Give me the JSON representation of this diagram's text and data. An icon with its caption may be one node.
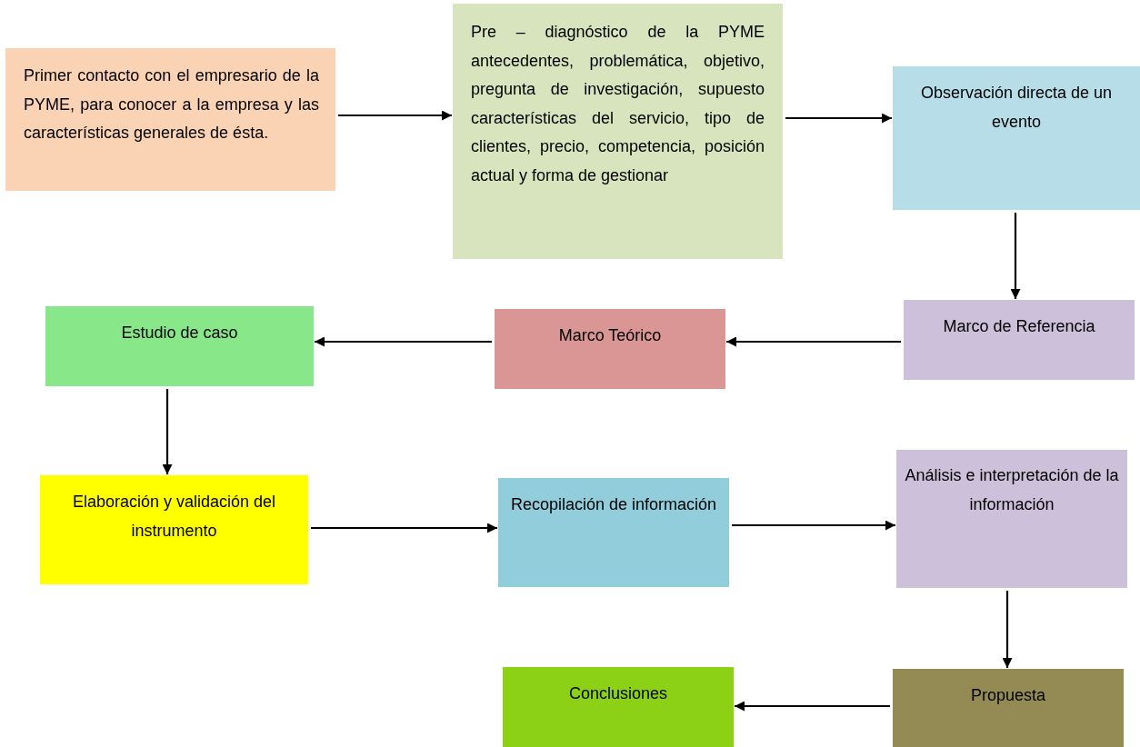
{
  "diagram": {
    "nodes": [
      {
        "text": [
          "Primer contacto con el empresario de la PYME, para conocer a la empresa y las características generales de ésta."
        ]
      },
      {
        "text": [
          "Pre – diagnóstico de la PYME antecedentes, problemática, objetivo, pregunta de investigación, supuesto características del servicio, tipo de clientes, precio, competencia, posición actual y forma de gestionar"
        ]
      },
      {
        "text": [
          "Observación directa de un evento"
        ]
      },
      {
        "text": [
          "Marco de Referencia"
        ]
      },
      {
        "text": [
          "Marco Teórico"
        ]
      },
      {
        "text": [
          "Estudio de caso"
        ]
      },
      {
        "text": [
          "Elaboración y validación del instrumento"
        ]
      },
      {
        "text": [
          "Recopilación de información"
        ]
      },
      {
        "text": [
          "Análisis e interpretación de la información"
        ]
      },
      {
        "text": [
          "Propuesta"
        ]
      },
      {
        "text": [
          "Conclusiones"
        ]
      }
    ],
    "edges": [
      {
        "from": 0,
        "to": 1,
        "arrow": "to"
      },
      {
        "from": 1,
        "to": 2,
        "arrow": "to"
      },
      {
        "from": 2,
        "to": 3,
        "arrow": "to"
      },
      {
        "from": 3,
        "to": 4,
        "arrow": "to"
      },
      {
        "from": 4,
        "to": 5,
        "arrow": "to"
      },
      {
        "from": 5,
        "to": 6,
        "arrow": "to"
      },
      {
        "from": 6,
        "to": 7,
        "arrow": "to"
      },
      {
        "from": 7,
        "to": 8,
        "arrow": "to"
      },
      {
        "from": 8,
        "to": 9,
        "arrow": "to"
      },
      {
        "from": 9,
        "to": 10,
        "arrow": "to"
      }
    ]
  }
}
